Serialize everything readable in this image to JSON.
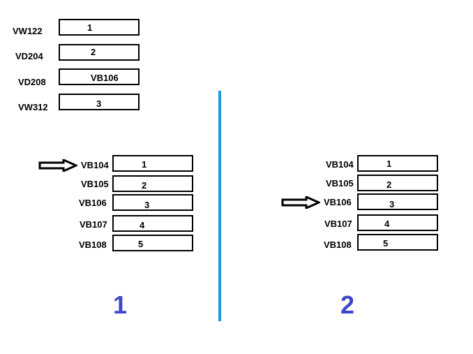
{
  "variables": [
    {
      "name": "VW122",
      "value": "1"
    },
    {
      "name": "VD204",
      "value": "2"
    },
    {
      "name": "VD208",
      "value": "VB106"
    },
    {
      "name": "VW312",
      "value": "3"
    }
  ],
  "panel1": {
    "number": "1",
    "pointer_target": "VB104",
    "rows": [
      {
        "name": "VB104",
        "value": "1"
      },
      {
        "name": "VB105",
        "value": "2"
      },
      {
        "name": "VB106",
        "value": "3"
      },
      {
        "name": "VB107",
        "value": "4"
      },
      {
        "name": "VB108",
        "value": "5"
      }
    ]
  },
  "panel2": {
    "number": "2",
    "pointer_target": "VB106",
    "rows": [
      {
        "name": "VB104",
        "value": "1"
      },
      {
        "name": "VB105",
        "value": "2"
      },
      {
        "name": "VB106",
        "value": "3"
      },
      {
        "name": "VB107",
        "value": "4"
      },
      {
        "name": "VB108",
        "value": "5"
      }
    ]
  },
  "colors": {
    "divider": "#1a9ad6",
    "panel_number": "#3f48cc",
    "box_border": "#000000"
  }
}
